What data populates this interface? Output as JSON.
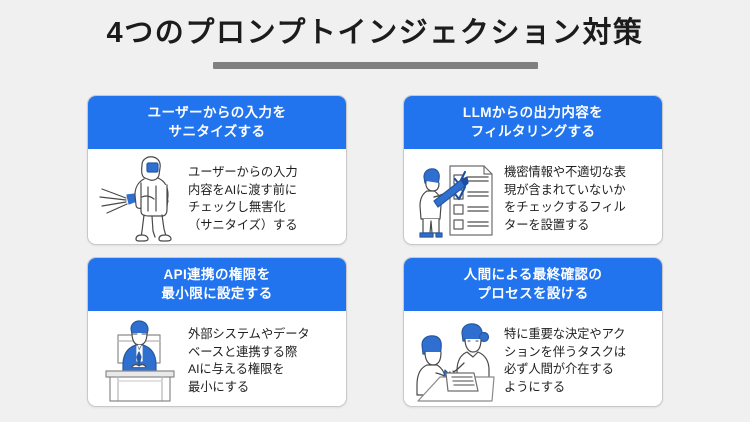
{
  "slide": {
    "title": "4つのプロンプトインジェクション対策",
    "background_color": "#f0f0f0",
    "accent_color": "#2174ed",
    "rule_color": "#808080"
  },
  "cards": [
    {
      "id": "sanitize-input",
      "header_lines": [
        "ユーザーからの入力を",
        "サニタイズする"
      ],
      "body_lines": [
        "ユーザーからの入力",
        "内容をAIに渡す前に",
        "チェックし無害化",
        "（サニタイズ）する"
      ],
      "illustration": "worker-spraying-pressure-washer-icon"
    },
    {
      "id": "filter-output",
      "header_lines": [
        "LLMからの出力内容を",
        "フィルタリングする"
      ],
      "body_lines": [
        "機密情報や不適切な表",
        "現が含まれていないか",
        "をチェックするフィル",
        "ターを設置する"
      ],
      "illustration": "person-checking-checklist-icon"
    },
    {
      "id": "limit-api-permissions",
      "header_lines": [
        "API連携の権限を",
        "最小限に設定する"
      ],
      "body_lines": [
        "外部システムやデータ",
        "ベースと連携する際",
        "AIに与える権限を",
        "最小にする"
      ],
      "illustration": "person-at-desk-icon"
    },
    {
      "id": "human-final-review",
      "header_lines": [
        "人間による最終確認の",
        "プロセスを設ける"
      ],
      "body_lines": [
        "特に重要な決定やアク",
        "ションを伴うタスクは",
        "必ず人間が介在する",
        "ようにする"
      ],
      "illustration": "two-people-reviewing-document-icon"
    }
  ]
}
